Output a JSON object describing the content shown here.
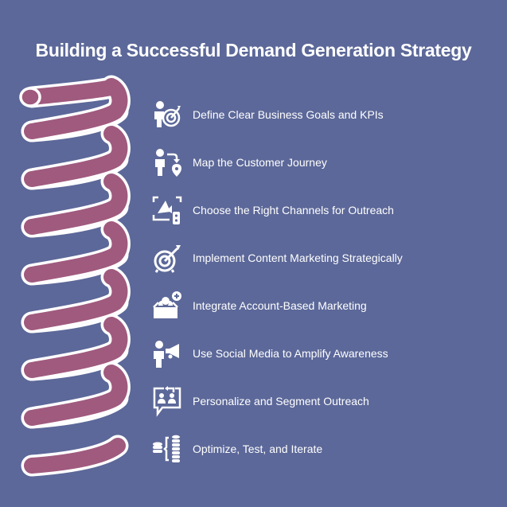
{
  "title": "Building a Successful Demand Generation Strategy",
  "colors": {
    "background": "#5c6899",
    "spring": "#a05a7e",
    "outline": "#ffffff",
    "text": "#ffffff"
  },
  "items": [
    {
      "label": "Define Clear Business Goals and KPIs",
      "icon": "person-target-icon"
    },
    {
      "label": "Map the Customer Journey",
      "icon": "person-route-pin-icon"
    },
    {
      "label": "Choose the Right Channels for Outreach",
      "icon": "megaphone-channels-icon"
    },
    {
      "label": "Implement Content Marketing Strategically",
      "icon": "target-arrow-icon"
    },
    {
      "label": "Integrate Account-Based Marketing",
      "icon": "group-add-icon"
    },
    {
      "label": "Use Social Media to Amplify Awareness",
      "icon": "person-megaphone-icon"
    },
    {
      "label": "Personalize and Segment Outreach",
      "icon": "chat-users-icon"
    },
    {
      "label": "Optimize, Test, and Iterate",
      "icon": "database-stack-icon"
    }
  ]
}
